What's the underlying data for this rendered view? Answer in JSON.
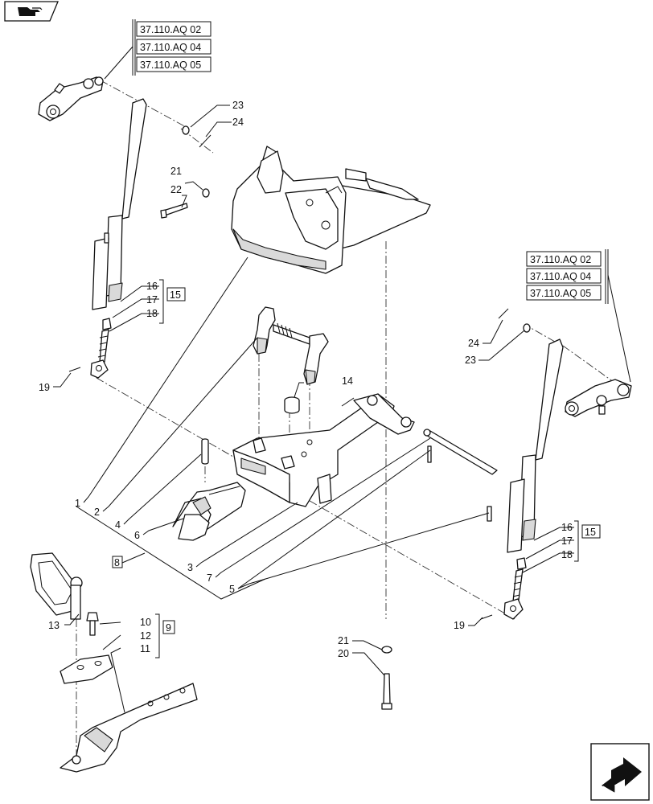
{
  "references": {
    "group_left": [
      "37.110.AQ 02",
      "37.110.AQ 04",
      "37.110.AQ 05"
    ],
    "group_right": [
      "37.110.AQ 02",
      "37.110.AQ 04",
      "37.110.AQ 05"
    ]
  },
  "groups": {
    "g15_left": "15",
    "g15_right": "15",
    "g8": "8",
    "g9": "9"
  },
  "callouts": {
    "c1": "1",
    "c2": "2",
    "c3": "3",
    "c4": "4",
    "c5": "5",
    "c6": "6",
    "c7": "7",
    "c10": "10",
    "c11": "11",
    "c12": "12",
    "c13": "13",
    "c14": "14",
    "c16a": "16",
    "c17a": "17",
    "c18a": "18",
    "c19a": "19",
    "c16b": "16",
    "c17b": "17",
    "c18b": "18",
    "c19b": "19",
    "c20": "20",
    "c21a": "21",
    "c21b": "21",
    "c22": "22",
    "c23a": "23",
    "c24a": "24",
    "c23b": "23",
    "c24b": "24"
  },
  "icons": {
    "top_left": "hand-pointer-icon",
    "bottom_right": "next-page-arrow-icon"
  }
}
